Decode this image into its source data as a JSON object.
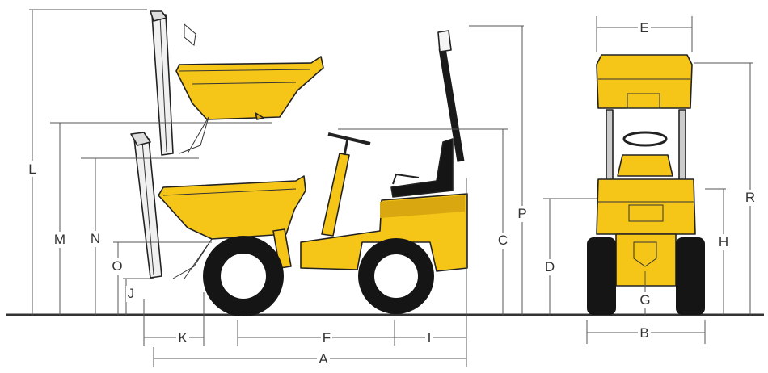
{
  "diagram": {
    "labels": {
      "L": "L",
      "M": "M",
      "N": "N",
      "O": "O",
      "J": "J",
      "K": "K",
      "F": "F",
      "I": "I",
      "A": "A",
      "C": "C",
      "P": "P",
      "E": "E",
      "D": "D",
      "G": "G",
      "B": "B",
      "H": "H",
      "R": "R"
    },
    "colors": {
      "body": "#F5C518",
      "body_shade": "#D9A810",
      "tyre": "#151515",
      "line": "#555555",
      "ground": "#333333",
      "mast": "#f0f0f0"
    }
  }
}
